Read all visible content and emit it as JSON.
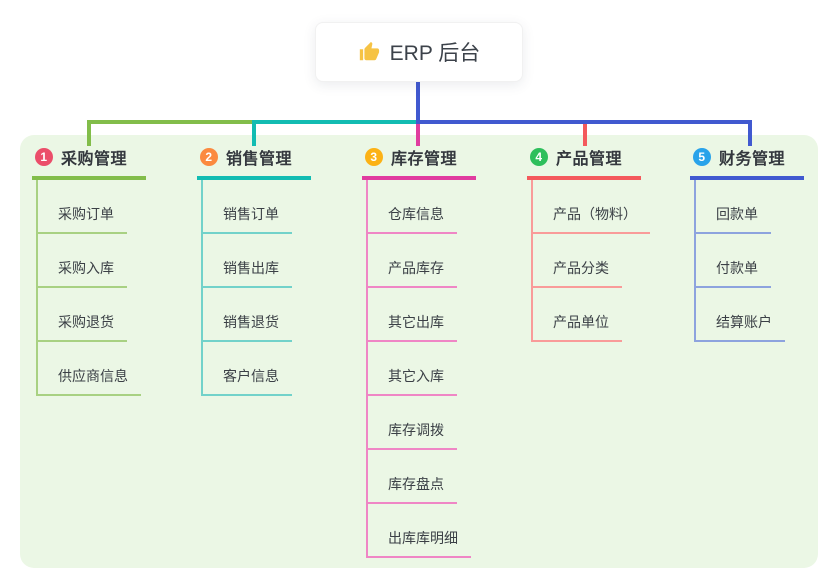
{
  "root": {
    "label": "ERP 后台",
    "icon": "thumbs-up-icon",
    "icon_color": "#f6c344",
    "text_color": "#3c424a",
    "connector_color": "#4159d0"
  },
  "canvas": {
    "background": "#ffffff",
    "panel_background": "#ebf7e5"
  },
  "branches": [
    {
      "index": "1",
      "label": "采购管理",
      "color": "#82bd4a",
      "light_color": "#a8d182",
      "badge_color": "#eb4e6a",
      "children": [
        "采购订单",
        "采购入库",
        "采购退货",
        "供应商信息"
      ]
    },
    {
      "index": "2",
      "label": "销售管理",
      "color": "#12bcb2",
      "light_color": "#72d2ca",
      "badge_color": "#fb8a3f",
      "children": [
        "销售订单",
        "销售出库",
        "销售退货",
        "客户信息"
      ]
    },
    {
      "index": "3",
      "label": "库存管理",
      "color": "#e03c9f",
      "light_color": "#ef86c5",
      "badge_color": "#fcb215",
      "children": [
        "仓库信息",
        "产品库存",
        "其它出库",
        "其它入库",
        "库存调拨",
        "库存盘点",
        "出库库明细"
      ]
    },
    {
      "index": "4",
      "label": "产品管理",
      "color": "#f4595c",
      "light_color": "#f99b99",
      "badge_color": "#2ebf5c",
      "children": [
        "产品（物料）",
        "产品分类",
        "产品单位"
      ]
    },
    {
      "index": "5",
      "label": "财务管理",
      "color": "#4159d0",
      "light_color": "#8da3de",
      "badge_color": "#29a3ea",
      "children": [
        "回款单",
        "付款单",
        "结算账户"
      ]
    }
  ]
}
